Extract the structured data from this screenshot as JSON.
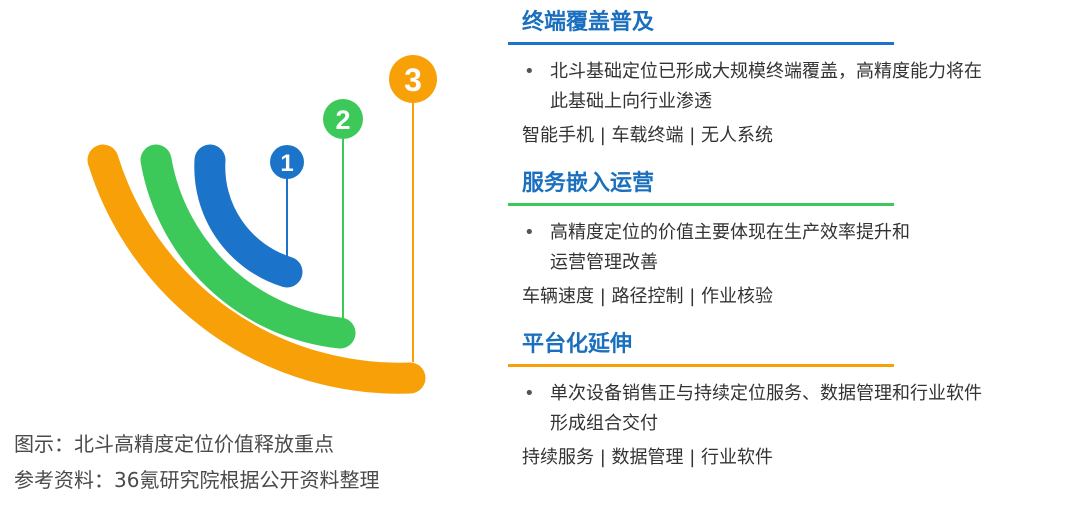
{
  "diagram": {
    "colors": {
      "blue": "#1B74C9",
      "green": "#3DC95A",
      "orange": "#F7A008",
      "title": "#1B6FBF"
    },
    "markers": [
      {
        "label": "1",
        "color": "#1B74C9"
      },
      {
        "label": "2",
        "color": "#3DC95A"
      },
      {
        "label": "3",
        "color": "#F7A008"
      }
    ]
  },
  "sections": [
    {
      "title": "终端覆盖普及",
      "rule_color": "#1B74C9",
      "bullet_lines": [
        "北斗基础定位已形成大规模终端覆盖，高精度能力将在",
        "此基础上向行业渗透"
      ],
      "tags": "智能手机 | 车载终端 | 无人系统"
    },
    {
      "title": "服务嵌入运营",
      "rule_color": "#3DC95A",
      "bullet_lines": [
        "高精度定位的价值主要体现在生产效率提升和",
        "运营管理改善"
      ],
      "tags": "车辆速度 | 路径控制 | 作业核验"
    },
    {
      "title": "平台化延伸",
      "rule_color": "#F7A008",
      "bullet_lines": [
        "单次设备销售正与持续定位服务、数据管理和行业软件",
        "形成组合交付"
      ],
      "tags": "持续服务 | 数据管理 | 行业软件"
    }
  ],
  "bullet_symbol": "•",
  "caption": {
    "line1": "图示：北斗高精度定位价值释放重点",
    "line2": "参考资料：36氪研究院根据公开资料整理"
  }
}
